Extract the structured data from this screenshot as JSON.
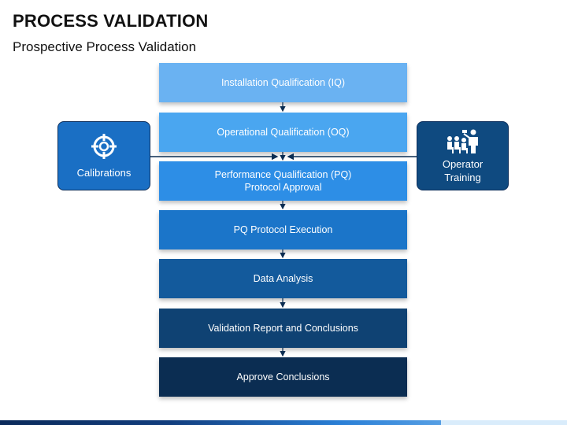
{
  "header": {
    "title": "PROCESS VALIDATION",
    "subtitle": "Prospective Process Validation"
  },
  "steps": [
    {
      "line1": "Installation Qualification (IQ)",
      "line2": "",
      "color": "#6ab2f2"
    },
    {
      "line1": "Operational Qualification (OQ)",
      "line2": "",
      "color": "#4aa6f0"
    },
    {
      "line1": "Performance Qualification (PQ)",
      "line2": "Protocol Approval",
      "color": "#2d8ee6"
    },
    {
      "line1": "PQ Protocol Execution",
      "line2": "",
      "color": "#1b75c9"
    },
    {
      "line1": "Data Analysis",
      "line2": "",
      "color": "#135a9c"
    },
    {
      "line1": "Validation Report and Conclusions",
      "line2": "",
      "color": "#0f4273"
    },
    {
      "line1": "Approve Conclusions",
      "line2": "",
      "color": "#0b2d52"
    }
  ],
  "left_box": {
    "label": "Calibrations",
    "icon": "crosshair-icon",
    "color": "#1a6fc4"
  },
  "right_box": {
    "label_line1": "Operator",
    "label_line2": "Training",
    "icon": "training-icon",
    "color": "#0f4a80"
  }
}
